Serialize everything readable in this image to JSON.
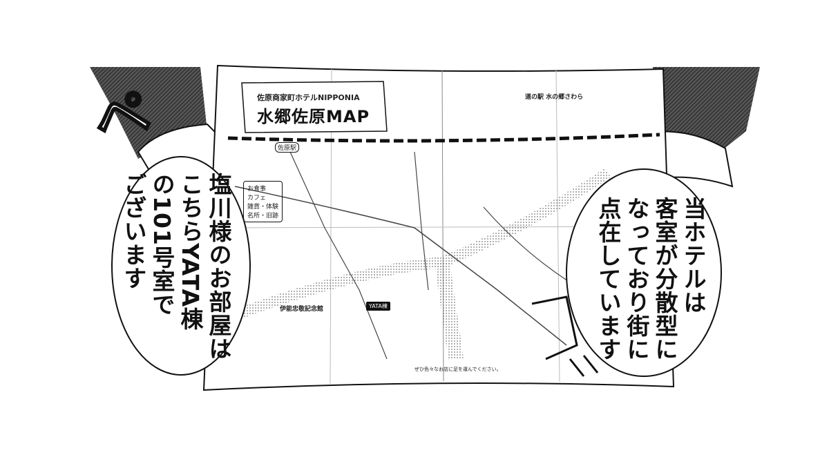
{
  "map": {
    "subtitle": "佐原商家町ホテルNIPPONIA",
    "title": "水郷佐原MAP",
    "station": "佐原駅",
    "legend": [
      "お食事",
      "カフェ",
      "雑貨・体験",
      "名所・旧跡"
    ],
    "labels": {
      "yata": "YATA棟",
      "shop": "道の駅 水の郷さわら",
      "museum": "伊能忠敬記念館",
      "note": "ぜひ色々なお店に足を運んでください。"
    }
  },
  "bubble_left": {
    "lines": [
      "塩川様のお部屋は",
      "こちらYATA棟",
      "の101号室で",
      "ございます"
    ]
  },
  "bubble_right": {
    "lines": [
      "当ホテルは",
      "客室が分散型に",
      "なっており街に",
      "点在しています"
    ]
  },
  "sfx": {
    "left": "ペ",
    "right": "ラッ"
  }
}
